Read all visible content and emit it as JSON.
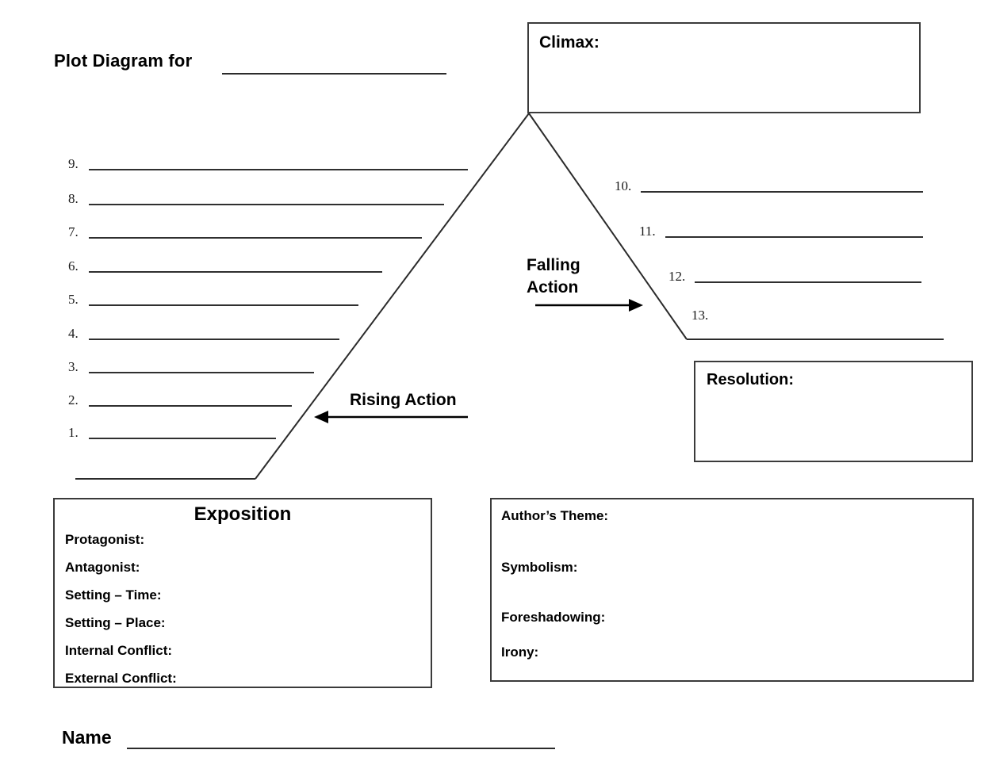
{
  "title": {
    "label": "Plot Diagram for"
  },
  "boxes": {
    "climax_label": "Climax:",
    "resolution_label": "Resolution:",
    "exposition_title": "Exposition",
    "exposition_fields": [
      "Protagonist:",
      "Antagonist:",
      "Setting – Time:",
      "Setting – Place:",
      "Internal Conflict:",
      "External Conflict:"
    ],
    "literary_fields": [
      "Author’s Theme:",
      "Symbolism:",
      "Foreshadowing:",
      "Irony:"
    ]
  },
  "labels": {
    "rising_action": "Rising Action",
    "falling_action": "Falling\nAction",
    "name": "Name"
  },
  "plot_lines": {
    "left": [
      "9.",
      "8.",
      "7.",
      "6.",
      "5.",
      "4.",
      "3.",
      "2.",
      "1."
    ],
    "right": [
      "10.",
      "11.",
      "12.",
      "13."
    ]
  },
  "colors": {
    "ink": "#000000",
    "line": "#2b2b2b",
    "border": "#3b3b3b"
  }
}
